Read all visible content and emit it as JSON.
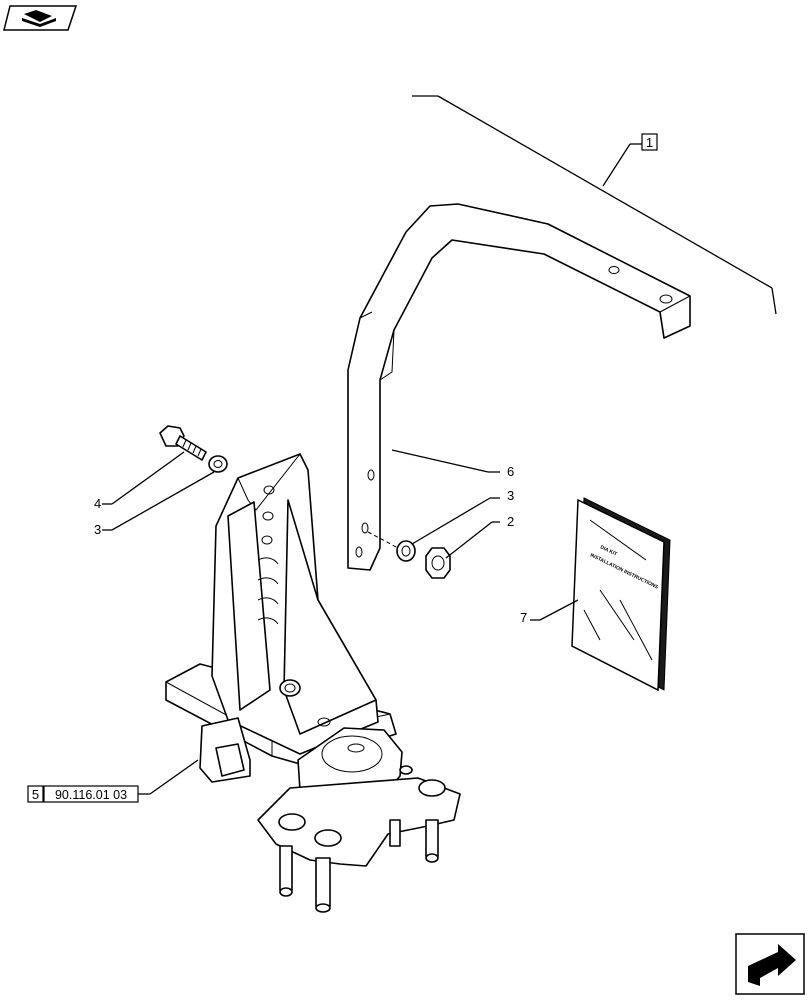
{
  "callouts": {
    "assembly": "1",
    "nut": "2",
    "washer_right": "3",
    "washer_left": "3",
    "bolt": "4",
    "bracket": "6",
    "instructions": "7"
  },
  "reference": {
    "index": "5",
    "code": "90.116.01 03"
  },
  "booklet": {
    "line1": "DIA KIT",
    "line2": "INSTALLATION INSTRUCTIONS"
  },
  "icons": {
    "top_left": "book-arrow-icon",
    "bottom_right": "next-page-arrow-icon"
  }
}
